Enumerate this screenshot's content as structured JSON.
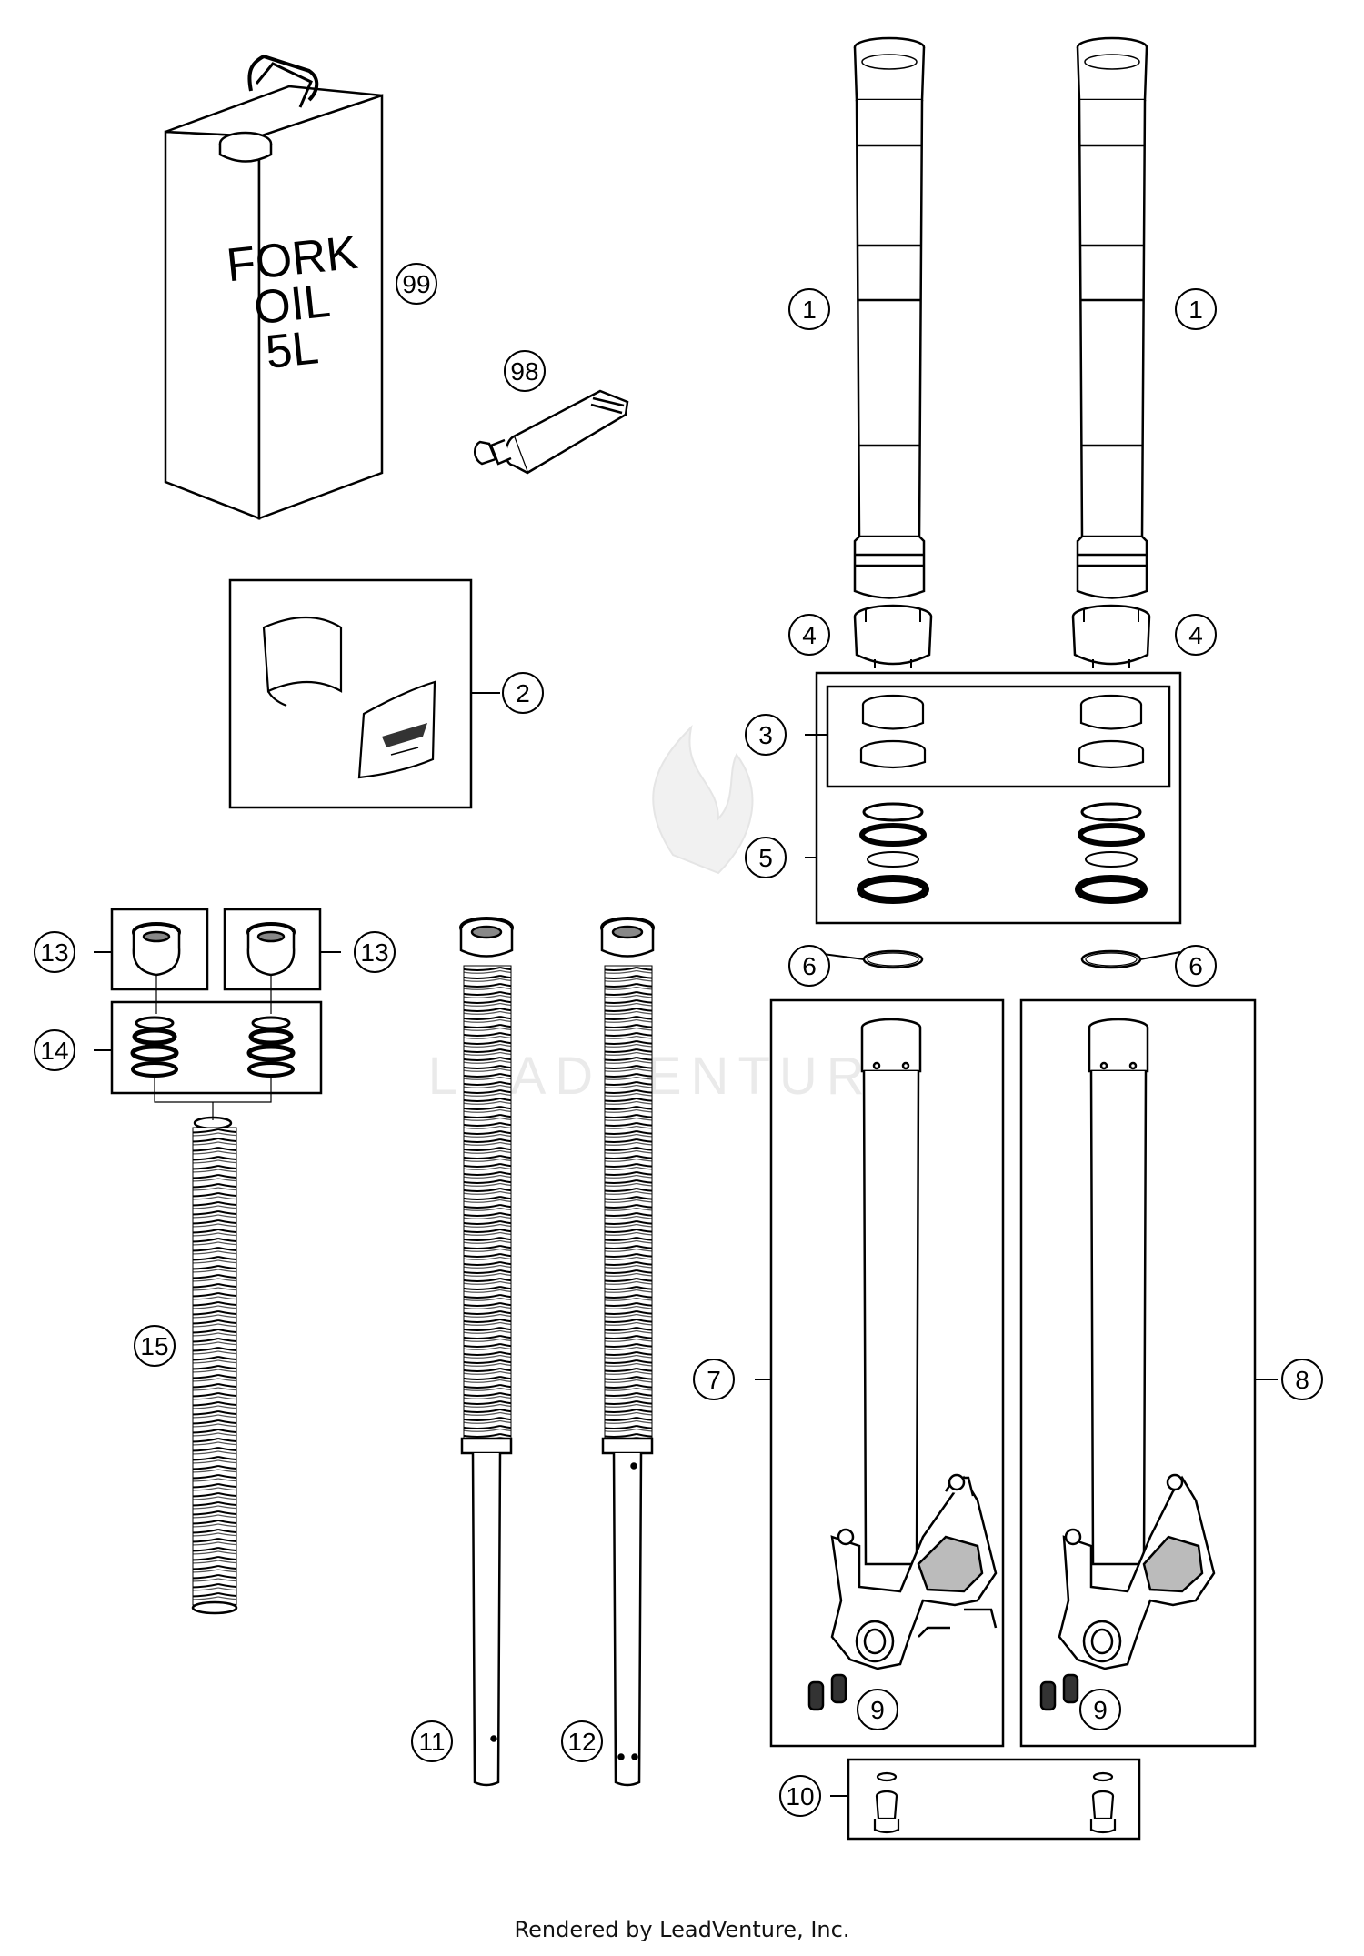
{
  "diagram": {
    "callouts": [
      {
        "label": "99"
      },
      {
        "label": "98"
      },
      {
        "label": "1"
      },
      {
        "label": "1"
      },
      {
        "label": "4"
      },
      {
        "label": "4"
      },
      {
        "label": "2"
      },
      {
        "label": "3"
      },
      {
        "label": "5"
      },
      {
        "label": "6"
      },
      {
        "label": "6"
      },
      {
        "label": "13"
      },
      {
        "label": "13"
      },
      {
        "label": "14"
      },
      {
        "label": "15"
      },
      {
        "label": "7"
      },
      {
        "label": "8"
      },
      {
        "label": "9"
      },
      {
        "label": "9"
      },
      {
        "label": "11"
      },
      {
        "label": "12"
      },
      {
        "label": "10"
      }
    ],
    "oil_can_lines": [
      "FORK",
      "OIL",
      "5L"
    ],
    "watermark": "LEADVENTURE"
  },
  "footer": {
    "text": "Rendered by LeadVenture, Inc."
  }
}
